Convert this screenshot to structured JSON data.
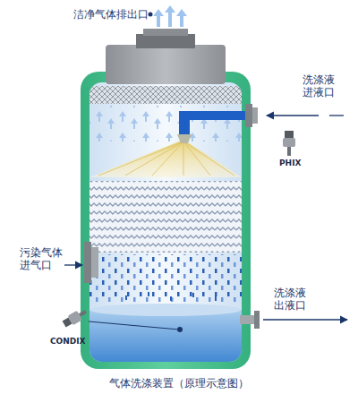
{
  "diagram": {
    "caption": "气体洗涤装置（原理示意图）",
    "labels": [
      "洁净气体排出口",
      "洗涤液 进液口",
      "PHIX",
      "污染气体 进气口",
      "洗涤液 出液口",
      "CONDIX"
    ]
  }
}
